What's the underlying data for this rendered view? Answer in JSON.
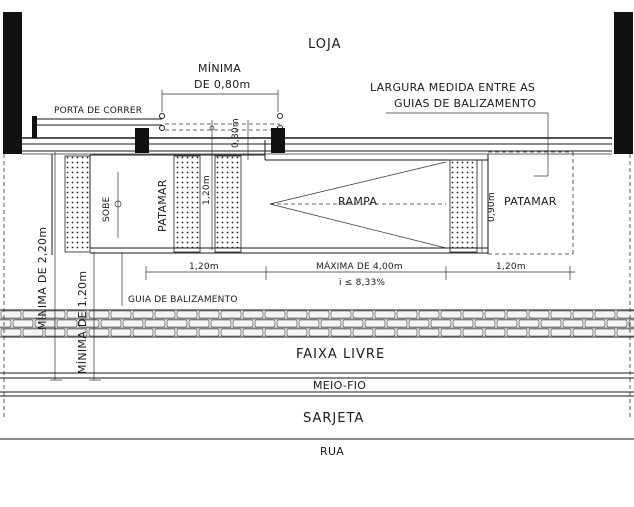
{
  "labels": {
    "loja": "LOJA",
    "minima_top_1": "MÍNIMA",
    "minima_top_2": "DE 0,80m",
    "largura_1": "LARGURA MEDIDA ENTRE AS",
    "largura_2": "GUIAS DE BALIZAMENTO",
    "porta": "PORTA DE CORRER",
    "dim_030": "0,30m",
    "dim_120v": "1,20m",
    "sobe": "SOBE",
    "patamar_left": "PATAMAR",
    "rampa": "RAMPA",
    "dim_090": "0,90m",
    "patamar_right": "PATAMAR",
    "dim_120_left": "1,20m",
    "dim_maxima": "MÁXIMA DE 4,00m",
    "dim_incl": "i ≤ 8,33%",
    "dim_120_right": "1,20m",
    "guia": "GUIA DE BALIZAMENTO",
    "minima_220": "MÍNIMA DE 2,20m",
    "minima_120": "MÍNIMA DE 1,20m",
    "faixa": "FAIXA LIVRE",
    "meio_fio": "MEIO-FIO",
    "sarjeta": "SARJETA",
    "rua": "RUA"
  },
  "colors": {
    "ink": "#1a1a1a",
    "wall": "#111111",
    "paving": "#f4f4f4"
  }
}
